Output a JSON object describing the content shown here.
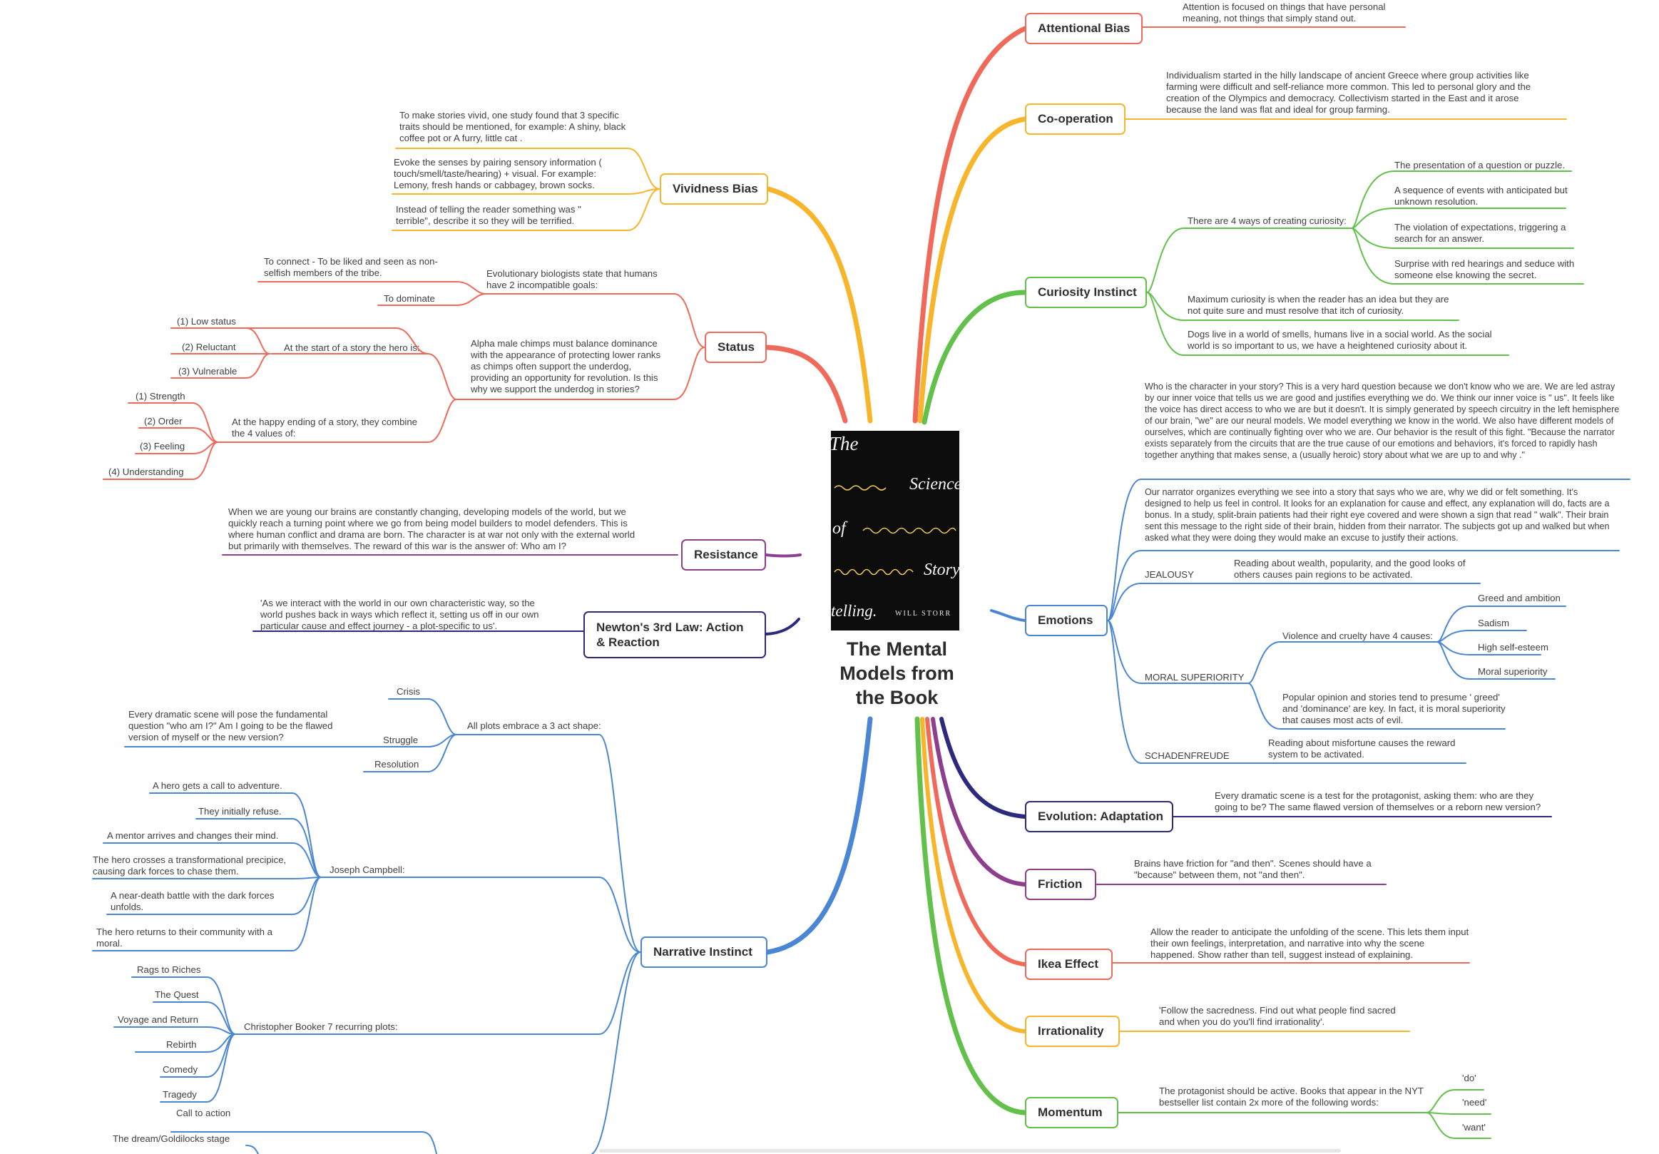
{
  "center": {
    "title": "The Mental Models from the Book",
    "cover": {
      "w1": "The",
      "w2": "Science",
      "w3": "of",
      "w4": "Story",
      "w5": "telling.",
      "author": "WILL STORR"
    }
  },
  "colors": {
    "red": "#ef6a5a",
    "yellow": "#f7b52c",
    "green": "#62c04b",
    "blue": "#4a86d4",
    "purple": "#8e3f8c",
    "navy": "#2d2a7d"
  },
  "topics": {
    "attentional_bias": {
      "label": "Attentional Bias",
      "note": "Attention is focused on things that have personal meaning, not things that simply stand out."
    },
    "cooperation": {
      "label": "Co-operation",
      "note": "Individualism started in the hilly landscape of ancient Greece where group activities like farming were difficult and self-reliance more common. This led to personal glory and the creation of the Olympics and democracy. Collectivism started in the East and it arose because the land was flat and ideal for group farming."
    },
    "curiosity": {
      "label": "Curiosity Instinct",
      "ways": "There are 4 ways of creating curiosity:",
      "way1": "The presentation of a question or puzzle.",
      "way2": "A sequence of events with anticipated but unknown resolution.",
      "way3": "The violation of expectations, triggering a search for an answer.",
      "way4": "Surprise with red hearings and seduce with someone else knowing the secret.",
      "maximum": "Maximum curiosity is when the reader has an idea but they are not quite sure and must resolve that itch of curiosity.",
      "dogs": "Dogs live in a world of smells, humans live in a social world. As the social world is so important to us, we have a heightened curiosity about it."
    },
    "emotions": {
      "label": "Emotions",
      "who": "Who is the character in your story? This is a very hard question because we don't know who we are. We are led astray by our inner voice that tells us we are good and justifies everything we do. We think our inner voice is \" us\". It feels like the voice has direct access to who we are but it doesn't. It is simply generated by speech circuitry in the left hemisphere of our brain, \"we\" are our neural models. We model everything we know in the world. We also have different models of ourselves, which are continually fighting over who we are. Our behavior is the result of this fight. \"Because the narrator exists separately from the circuits that are the true cause of our emotions and behaviors, it's forced to rapidly hash together anything that makes sense, a (usually heroic) story about what we are up to and why .\"",
      "narrator": "Our narrator organizes everything we see into a story that says who we are, why we did or felt something. It's designed to help us feel in control. It looks for an explanation for cause and effect, any explanation will do, facts are a bonus. In a study, split-brain patients had their right eye covered and were shown a sign that read \" walk\". Their brain sent this message to the right side of their brain, hidden from their narrator. The subjects got up and walked but when asked what they were doing they would make an excuse to justify their actions.",
      "jealousy": "JEALOUSY",
      "jealousy_note": "Reading about wealth, popularity, and the good looks of others causes pain regions to be activated.",
      "moral": "MORAL SUPERIORITY",
      "violence": "Violence and cruelty have 4 causes:",
      "cause1": "Greed and ambition",
      "cause2": "Sadism",
      "cause3": "High self-esteem",
      "cause4": "Moral superiority",
      "popular": "Popular opinion and stories tend to presume ' greed' and 'dominance' are key. In fact, it is moral superiority that causes most acts of evil.",
      "schadenfreude": "SCHADENFREUDE",
      "schadenfreude_note": "Reading about misfortune causes the reward system to be activated."
    },
    "evolution": {
      "label": "Evolution: Adaptation",
      "note": "Every dramatic scene is a test for the protagonist, asking them: who are they going to be? The same flawed version of themselves or a reborn new version?"
    },
    "friction": {
      "label": "Friction",
      "note": "Brains have friction for \"and then\". Scenes should have a \"because\" between them, not \"and then\"."
    },
    "ikea": {
      "label": "Ikea Effect",
      "note": "Allow the reader to anticipate the unfolding of the scene. This lets them input their own feelings, interpretation, and narrative into why the scene happened. Show rather than tell, suggest instead of explaining."
    },
    "irrationality": {
      "label": "Irrationality",
      "note": "'Follow the sacredness. Find out what people find sacred and when you do you'll find irrationality'."
    },
    "momentum": {
      "label": "Momentum",
      "note": "The protagonist should be active. Books that appear in the NYT bestseller list contain 2x more of the following words:",
      "w1": "'do'",
      "w2": "'need'",
      "w3": "'want'"
    },
    "vividness": {
      "label": "Vividness Bias",
      "n1": "To make stories vivid, one study found that 3 specific traits should be mentioned, for example: A shiny, black coffee pot or A furry, little cat .",
      "n2": "Evoke the senses by pairing sensory information ( touch/smell/taste/hearing) + visual. For example: Lemony, fresh hands or cabbagey, brown socks.",
      "n3": "Instead of telling the reader something was \" terrible\", describe it so they will be terrified."
    },
    "status": {
      "label": "Status",
      "goals": "Evolutionary biologists state that humans have 2 incompatible goals:",
      "connect": "To connect - To be liked and seen as non-selfish members of the tribe.",
      "dominate": "To dominate",
      "chimps": "Alpha male chimps must balance dominance with the appearance of protecting lower ranks as chimps often support the underdog, providing an opportunity for revolution. Is this why we support the underdog in stories?",
      "start": "At the start of a story the hero is:",
      "low": "(1) Low status",
      "reluctant": "(2) Reluctant",
      "vulnerable": "(3) Vulnerable",
      "ending": "At the happy ending of a story, they combine the 4 values of:",
      "strength": "(1) Strength",
      "order": "(2) Order",
      "feeling": "(3) Feeling",
      "understanding": "(4) Understanding"
    },
    "resistance": {
      "label": "Resistance",
      "note": "When we are young our brains are constantly changing, developing models of the world, but we quickly reach a turning point where we go from being model builders to model defenders. This is where human conflict and drama are born. The character is at war not only with the external world but primarily with themselves. The reward of this war is the answer of: Who am I?"
    },
    "newton": {
      "label": "Newton's 3rd Law: Action & Reaction",
      "note": "'As we interact with the world in our own characteristic way, so the world pushes back in ways which reflect it, setting us off in our own particular cause and effect journey - a plot-specific to us'."
    },
    "narrative": {
      "label": "Narrative Instinct",
      "plots": "All plots embrace a 3 act shape:",
      "crisis": "Crisis",
      "struggle": "Struggle",
      "struggle_note": "Every dramatic scene will pose the fundamental question \"who am I?\" Am I going to be the flawed version of myself or the new version?",
      "resolution": "Resolution",
      "campbell": "Joseph Campbell:",
      "c1": "A hero gets a call to adventure.",
      "c2": "They initially refuse.",
      "c3": "A mentor arrives and changes their mind.",
      "c4": "The hero crosses a transformational precipice, causing dark forces to chase them.",
      "c5": "A near-death battle with the dark forces unfolds.",
      "c6": "The hero returns to their community with a moral.",
      "booker": "Christopher Booker 7 recurring plots:",
      "b1": "Rags to Riches",
      "b2": "The Quest",
      "b3": "Voyage and Return",
      "b4": "Rebirth",
      "b5": "Comedy",
      "b6": "Tragedy",
      "call": "Call to action",
      "dream": "The dream/Goldilocks stage"
    }
  }
}
